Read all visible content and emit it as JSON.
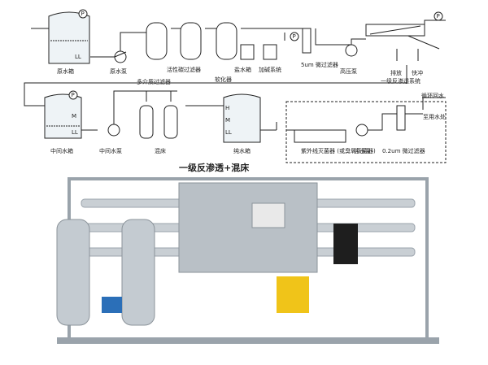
{
  "diagram": {
    "labels": {
      "raw_tank": "原水箱",
      "raw_pump": "原水泵",
      "multimedia_filter": "多介质过滤器",
      "carbon_filter": "活性碳过滤器",
      "softener": "软化器",
      "salt_tank": "盐水箱",
      "dosing_system": "加碱系统",
      "micron_filter_5": "5um\n微过滤器",
      "high_pressure_pump": "高压泵",
      "drain": "排放",
      "flush": "快冲",
      "ro_system": "一级反渗透系统",
      "inter_tank": "中间水箱",
      "inter_pump": "中间水泵",
      "mixed_bed": "混床",
      "pure_tank": "纯水箱",
      "uv_sterilizer": "紫外线灭菌器\n(或臭氧灭菌器)",
      "pure_pump": "纯水泵",
      "micron_filter_02": "0.2um\n微过滤器",
      "recirculation": "循环回水",
      "use_point": "至用水处",
      "title": "一级反渗透+混床"
    },
    "level_marks": {
      "ll": "LL",
      "h": "H",
      "m": "M"
    },
    "gauge_symbol": "P"
  },
  "colors": {
    "line": "#222222",
    "frame": "#9aa3ab",
    "steel": "#c9cfd4",
    "panel": "#b9c0c6",
    "accent_yellow": "#f0c419",
    "pump_blue": "#2b6fb8",
    "motor_black": "#1e1e1e"
  }
}
